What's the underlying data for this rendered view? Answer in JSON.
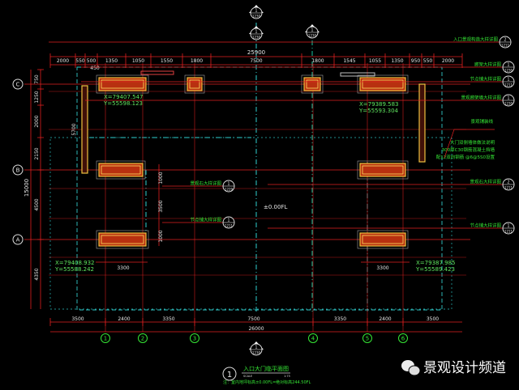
{
  "drawing": {
    "overall_top": "25900",
    "top_dims": [
      "2000",
      "550",
      "500",
      "1350",
      "1050",
      "1550",
      "1800",
      "7500",
      "1800",
      "1545",
      "1055",
      "1350",
      "950",
      "550",
      "2000"
    ],
    "top_sub_dim": "450",
    "left_overall": "15000",
    "left_dims": [
      "750",
      "1250",
      "2000",
      "2150",
      "4500",
      "4350"
    ],
    "bottom_dims": [
      "3500",
      "2400",
      "3350",
      "7500",
      "3350",
      "2400",
      "3500"
    ],
    "overall_bottom": "26000",
    "row_axes": [
      "C",
      "B",
      "A"
    ],
    "col_axes": [
      "1",
      "2",
      "3",
      "4",
      "5",
      "6"
    ],
    "center_level": "±0.00FL",
    "inner_dims": {
      "left_width": "3300",
      "right_width": "3300",
      "v1": "1000",
      "v2": "3500",
      "v3": "1000",
      "wall": "5700"
    },
    "coordinates": [
      {
        "x": "X=79407.547",
        "y": "Y=55598.123"
      },
      {
        "x": "X=79389.583",
        "y": "Y=55593.304"
      },
      {
        "x": "X=79408.932",
        "y": "Y=55588.242"
      },
      {
        "x": "X=79387.985",
        "y": "Y=55589.423"
      }
    ],
    "section_markers": [
      {
        "num": "1",
        "sheet": "1230"
      },
      {
        "num": "1",
        "sheet": "1230"
      },
      {
        "num": "1",
        "sheet": "1230"
      },
      {
        "num": "1",
        "sheet": "1230"
      }
    ],
    "callouts": [
      {
        "text": "入口景观构造大样详图",
        "num": "2",
        "sheet": "1211"
      },
      {
        "text": "廊架大样详图",
        "num": "1",
        "sheet": "1230"
      },
      {
        "text": "节点铺大样详图",
        "num": "1",
        "sheet": "1211"
      },
      {
        "text": "景观廊架墙大样详图",
        "num": "1",
        "sheet": "1230"
      },
      {
        "text": "景观石大样详图",
        "num": "2",
        "sheet": "1211"
      },
      {
        "text": "节点铺大样详图",
        "num": "1",
        "sheet": "1211"
      },
      {
        "text": "景观石大样详图",
        "num": "1",
        "sheet": "1229"
      },
      {
        "text": "节点铺大样详图",
        "num": "1",
        "sheet": "1211"
      }
    ],
    "notes": [
      "景观铺装线",
      "大门双侧墙体做法说明",
      "300厚C30钢筋混凝土挡墙",
      "配12双向钢筋 @6@5S0设置"
    ]
  },
  "title_block": {
    "num": "1",
    "title": "入口大门临平面图",
    "scale_label": "SCALE",
    "scale_value": "1:75",
    "note": "注：室内地坪标高±0.00FL=绝对标高244.50FL"
  },
  "watermark": {
    "text": "景观设计频道",
    "icon": "wechat-icon"
  }
}
